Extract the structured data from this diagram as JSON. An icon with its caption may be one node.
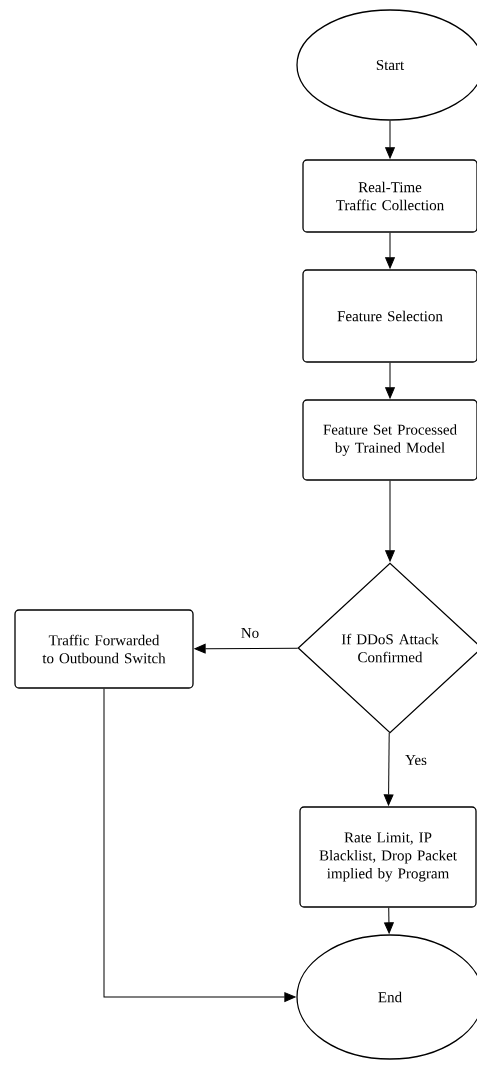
{
  "diagram": {
    "nodes": [
      {
        "text": [
          "Start"
        ]
      },
      {
        "text": [
          "Real-Time Traffic Collection"
        ]
      },
      {
        "text": [
          "Feature Selection"
        ]
      },
      {
        "text": [
          "Feature Set Processed by Trained Model"
        ]
      },
      {
        "text": [
          "If DDoS Attack Confirmed"
        ]
      },
      {
        "text": [
          "Traffic Forwarded to Outbound Switch"
        ]
      },
      {
        "text": [
          "Rate Limit, IP Blacklist, Drop Packet implied by Program"
        ]
      },
      {
        "text": [
          "End"
        ]
      }
    ],
    "edges": [
      {
        "from": 0,
        "to": 1,
        "arrow": "to"
      },
      {
        "from": 1,
        "to": 2,
        "arrow": "to"
      },
      {
        "from": 2,
        "to": 3,
        "arrow": "to"
      },
      {
        "from": 3,
        "to": 4,
        "arrow": "to"
      },
      {
        "from": 4,
        "to": 5,
        "arrow": "to",
        "label": "No"
      },
      {
        "from": 4,
        "to": 6,
        "arrow": "to",
        "label": "Yes"
      },
      {
        "from": 6,
        "to": 7,
        "arrow": "to"
      },
      {
        "from": 5,
        "to": 7,
        "arrow": "to"
      }
    ]
  }
}
